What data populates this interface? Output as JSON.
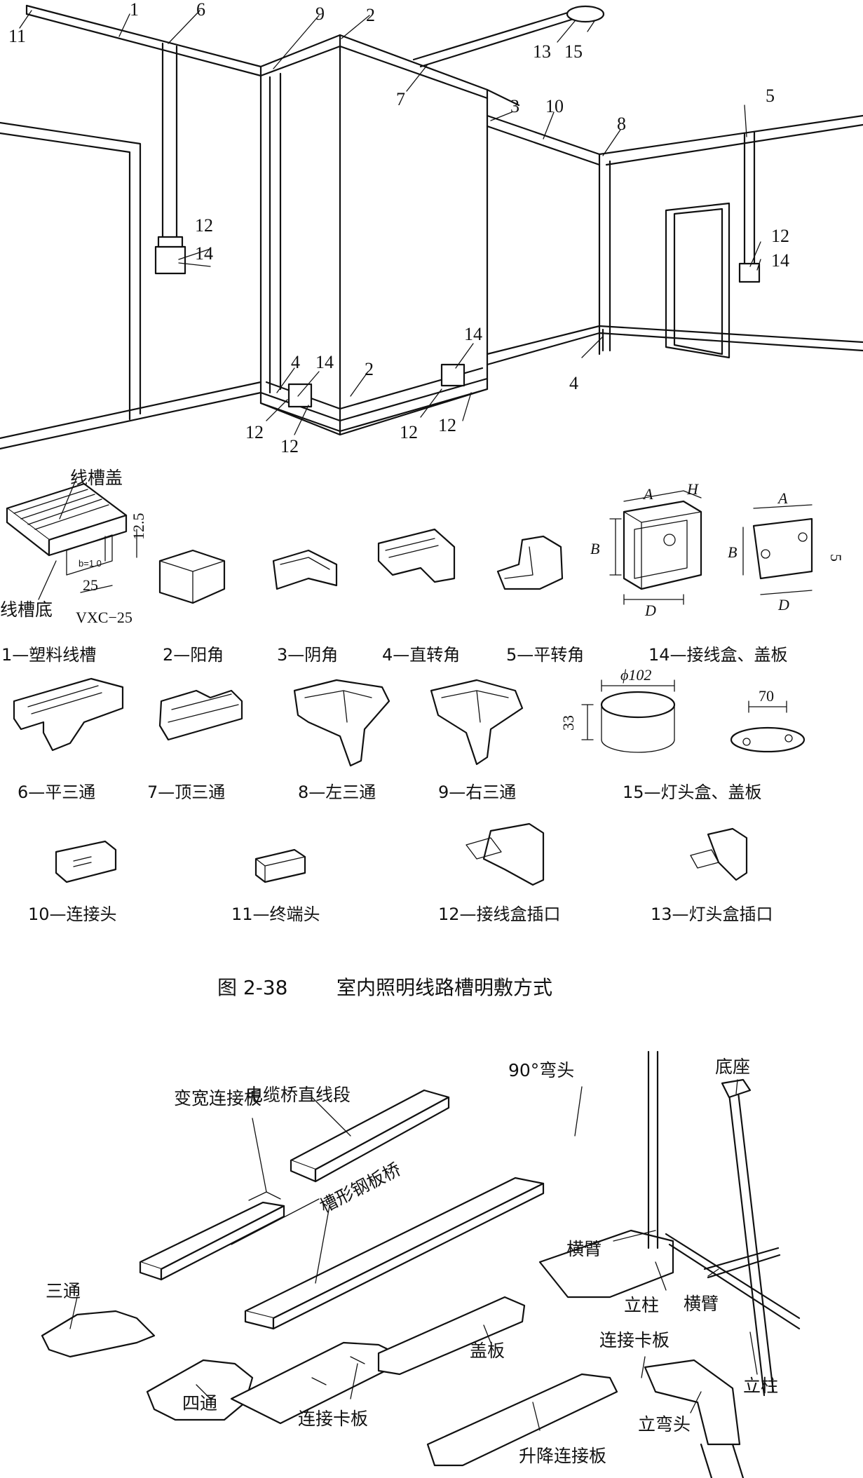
{
  "figure1": {
    "caption_number": "图 2-38",
    "caption_text": "室内照明线路槽明敷方式",
    "callouts": {
      "c1": "1",
      "c2a": "2",
      "c2b": "2",
      "c3": "3",
      "c4a": "4",
      "c4b": "4",
      "c5": "5",
      "c6": "6",
      "c7": "7",
      "c8": "8",
      "c9": "9",
      "c10": "10",
      "c11": "11",
      "c12a": "12",
      "c12b": "12",
      "c12c": "12",
      "c12d": "12",
      "c12e": "12",
      "c12f": "12",
      "c13": "13",
      "c14a": "14",
      "c14b": "14",
      "c14c": "14",
      "c14d": "14",
      "c15": "15"
    },
    "trough": {
      "cover_label": "线槽盖",
      "base_label": "线槽底",
      "model": "VXC−25",
      "dim_width": "25",
      "dim_height": "12.5",
      "dim_thickness": "b=1.0"
    },
    "box14_dims": {
      "a": "A",
      "h": "H",
      "b": "B",
      "d": "D"
    },
    "cover14_dims": {
      "a": "A",
      "b": "B",
      "d": "D",
      "t": "5"
    },
    "lamp_box_dims": {
      "dia": "ϕ102",
      "height": "33"
    },
    "lamp_cover_dims": {
      "width": "70"
    },
    "parts_row1": [
      "1—塑料线槽",
      "2—阳角",
      "3—阴角",
      "4—直转角",
      "5—平转角",
      "14—接线盒、盖板"
    ],
    "parts_row2": [
      "6—平三通",
      "7—顶三通",
      "8—左三通",
      "9—右三通",
      "15—灯头盒、盖板"
    ],
    "parts_row3": [
      "10—连接头",
      "11—终端头",
      "12—接线盒插口",
      "13—灯头盒插口"
    ]
  },
  "figure2": {
    "labels": {
      "straight": "电缆桥直线段",
      "widen": "变宽连接板",
      "tee": "三通",
      "trough_bridge": "槽形钢板桥",
      "elbow90": "90°弯头",
      "base": "底座",
      "arm1": "横臂",
      "post1": "立柱",
      "arm2": "横臂",
      "post2": "立柱",
      "cross": "四通",
      "clip1": "连接卡板",
      "cover": "盖板",
      "clip2": "连接卡板",
      "vertical_elbow": "立弯头",
      "lift_plate": "升降连接板"
    }
  }
}
